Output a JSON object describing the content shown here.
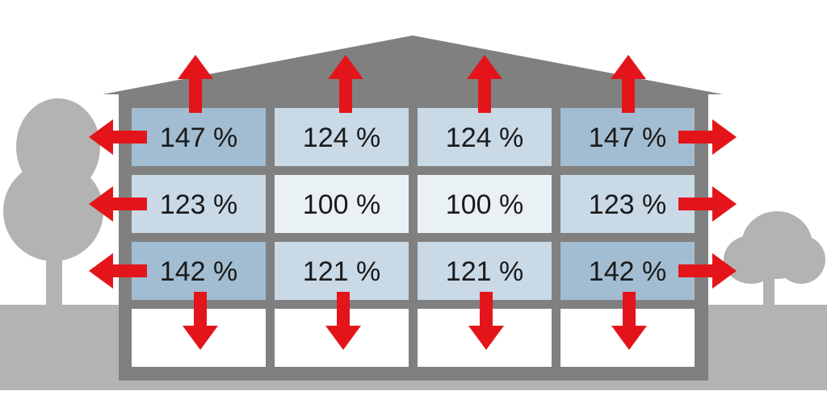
{
  "colors": {
    "building": "#808080",
    "ground": "#b3b3b3",
    "trees": "#b3b3b3",
    "arrow": "#e3151b",
    "empty_cell": "#ffffff",
    "text": "#1a1a1a",
    "level_147": "#a2bdd1",
    "level_142": "#a2bdd1",
    "level_124": "#c9d9e6",
    "level_123": "#c9d9e6",
    "level_121": "#c9d9e6",
    "level_100": "#eaf1f5"
  },
  "rows": [
    {
      "cells": [
        {
          "label": "147 %",
          "value": 147
        },
        {
          "label": "124 %",
          "value": 124
        },
        {
          "label": "124 %",
          "value": 124
        },
        {
          "label": "147 %",
          "value": 147
        }
      ]
    },
    {
      "cells": [
        {
          "label": "123 %",
          "value": 123
        },
        {
          "label": "100 %",
          "value": 100
        },
        {
          "label": "100 %",
          "value": 100
        },
        {
          "label": "123 %",
          "value": 123
        }
      ]
    },
    {
      "cells": [
        {
          "label": "142 %",
          "value": 142
        },
        {
          "label": "121 %",
          "value": 121
        },
        {
          "label": "121 %",
          "value": 121
        },
        {
          "label": "142 %",
          "value": 142
        }
      ]
    }
  ],
  "basement_cells": 4,
  "arrows": {
    "up": [
      0,
      1,
      2,
      3
    ],
    "down": [
      0,
      1,
      2,
      3
    ],
    "left": [
      0,
      1,
      2
    ],
    "right": [
      0,
      1,
      2
    ]
  },
  "icons": {
    "left_tree": "tree-icon",
    "right_tree": "bush-icon",
    "arrow": "arrow-icon"
  }
}
